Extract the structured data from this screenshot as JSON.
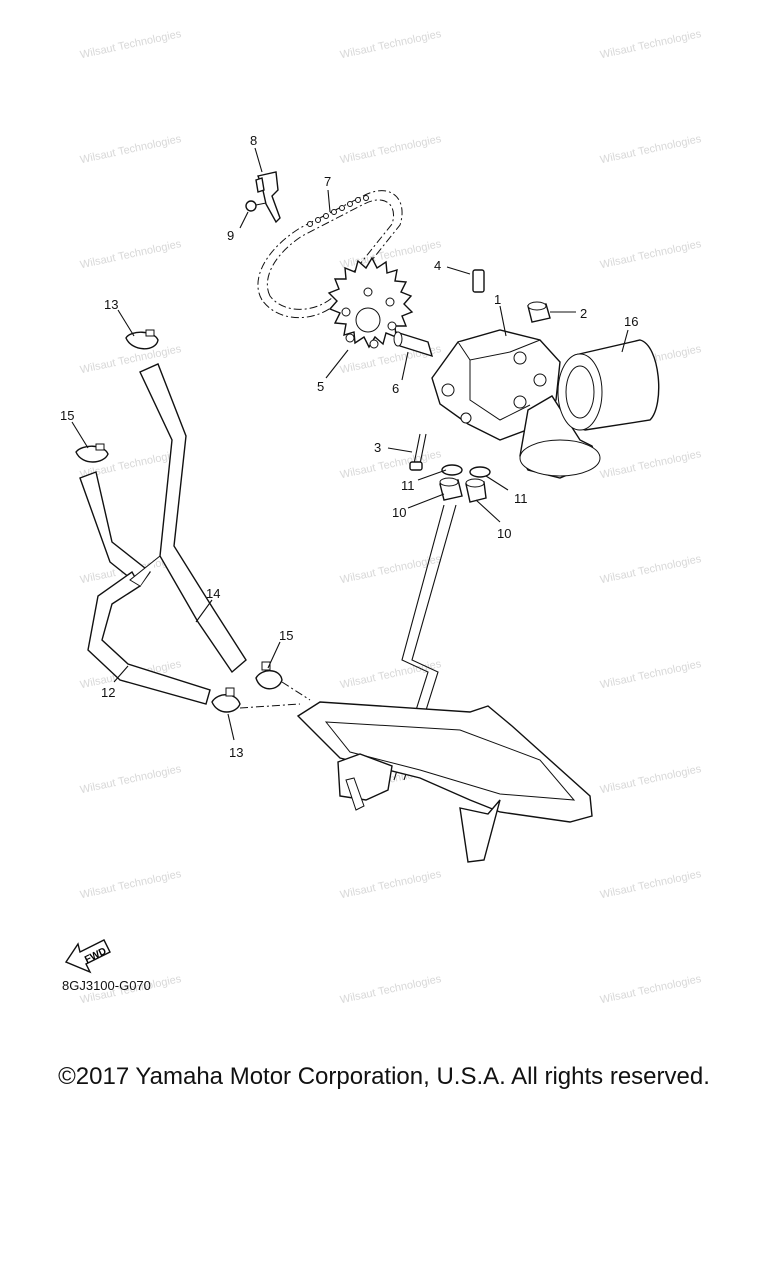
{
  "watermark": "Wilsaut Technologies",
  "callouts": [
    {
      "id": "c1",
      "text": "1"
    },
    {
      "id": "c2",
      "text": "2"
    },
    {
      "id": "c3",
      "text": "3"
    },
    {
      "id": "c4",
      "text": "4"
    },
    {
      "id": "c5",
      "text": "5"
    },
    {
      "id": "c6",
      "text": "6"
    },
    {
      "id": "c7",
      "text": "7"
    },
    {
      "id": "c8",
      "text": "8"
    },
    {
      "id": "c9",
      "text": "9"
    },
    {
      "id": "c10a",
      "text": "10"
    },
    {
      "id": "c10b",
      "text": "10"
    },
    {
      "id": "c11a",
      "text": "11"
    },
    {
      "id": "c11b",
      "text": "11"
    },
    {
      "id": "c12",
      "text": "12"
    },
    {
      "id": "c13a",
      "text": "13"
    },
    {
      "id": "c13b",
      "text": "13"
    },
    {
      "id": "c14",
      "text": "14"
    },
    {
      "id": "c15a",
      "text": "15"
    },
    {
      "id": "c15b",
      "text": "15"
    },
    {
      "id": "c16",
      "text": "16"
    }
  ],
  "fwd_label": "FWD",
  "diagram_code": "8GJ3100-G070",
  "copyright": "©2017 Yamaha Motor Corporation, U.S.A. All rights reserved."
}
